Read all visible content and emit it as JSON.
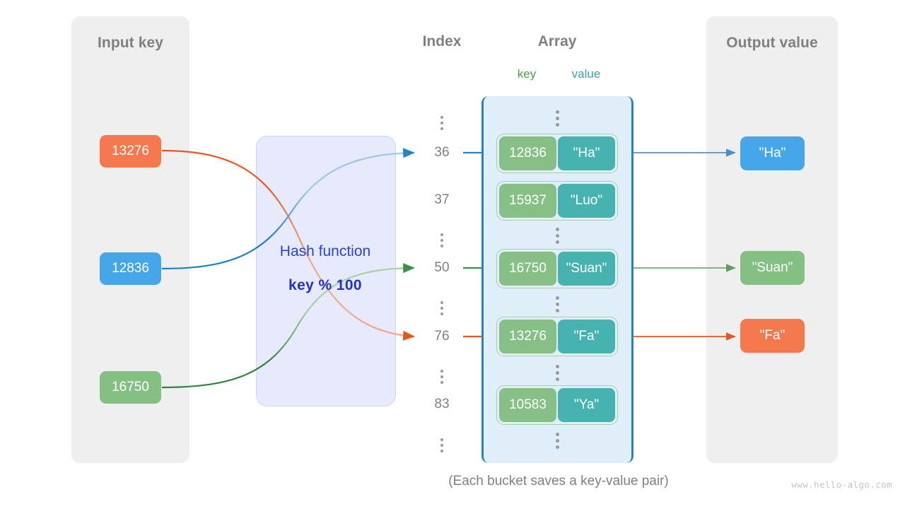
{
  "panels": {
    "input": {
      "title": "Input key"
    },
    "output": {
      "title": "Output value"
    }
  },
  "hash": {
    "label": "Hash function",
    "formula": "key % 100"
  },
  "columns": {
    "index_title": "Index",
    "array_title": "Array",
    "key_title": "key",
    "value_title": "value"
  },
  "input_keys": [
    {
      "text": "13276",
      "color": "#f4794e"
    },
    {
      "text": "12836",
      "color": "#45a7e8"
    },
    {
      "text": "16750",
      "color": "#84bf84"
    }
  ],
  "output_values": [
    {
      "text": "\"Ha\"",
      "color": "#45a7e8"
    },
    {
      "text": "\"Suan\"",
      "color": "#84bf84"
    },
    {
      "text": "\"Fa\"",
      "color": "#f4794e"
    }
  ],
  "index_column": [
    {
      "type": "dots"
    },
    {
      "type": "num",
      "text": "36"
    },
    {
      "type": "num",
      "text": "37"
    },
    {
      "type": "dots"
    },
    {
      "type": "num",
      "text": "50"
    },
    {
      "type": "dots"
    },
    {
      "type": "num",
      "text": "76"
    },
    {
      "type": "dots"
    },
    {
      "type": "num",
      "text": "83"
    },
    {
      "type": "dots"
    }
  ],
  "buckets": [
    {
      "key": "12836",
      "value": "\"Ha\"",
      "index": "36"
    },
    {
      "key": "15937",
      "value": "\"Luo\"",
      "index": "37"
    },
    {
      "key": "16750",
      "value": "\"Suan\"",
      "index": "50"
    },
    {
      "key": "13276",
      "value": "\"Fa\"",
      "index": "76"
    },
    {
      "key": "10583",
      "value": "\"Ya\"",
      "index": "83"
    }
  ],
  "caption": "(Each bucket saves a key-value pair)",
  "watermark": "www.hello-algo.com",
  "colors": {
    "orange": "#f4794e",
    "blue": "#45a7e8",
    "green": "#84bf84",
    "teal": "#46b3b0",
    "array_border": "#2882c8",
    "array_fill": "#e1effa",
    "hash_fill": "#e6eafb",
    "hash_text": "#2b42cf",
    "panel_fill": "#efefef",
    "gray_text": "#808080"
  }
}
